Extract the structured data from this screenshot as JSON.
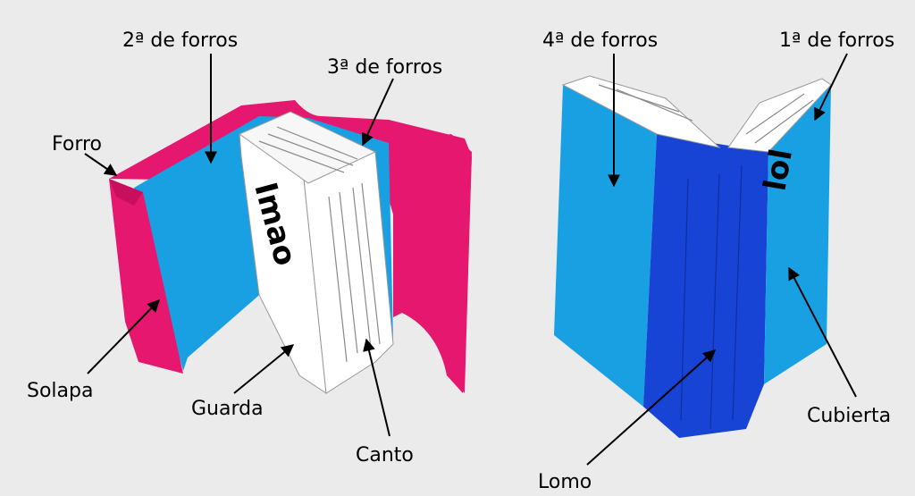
{
  "diagram": {
    "labels": {
      "segunda_forros": "2ª de forros",
      "tercera_forros": "3ª de forros",
      "forro": "Forro",
      "solapa": "Solapa",
      "guarda": "Guarda",
      "canto": "Canto",
      "cuarta_forros": "4ª de forros",
      "primera_forros": "1ª de forros",
      "lomo": "Lomo",
      "cubierta": "Cubierta"
    },
    "book_titles": {
      "open_book": "Imao",
      "closed_book": "lol"
    },
    "colors": {
      "jacket_pink": "#e6176e",
      "cover_light_blue": "#19a0e3",
      "spine_dark_blue": "#1744d4",
      "pages_white": "#ffffff",
      "background": "#ebebeb"
    }
  }
}
